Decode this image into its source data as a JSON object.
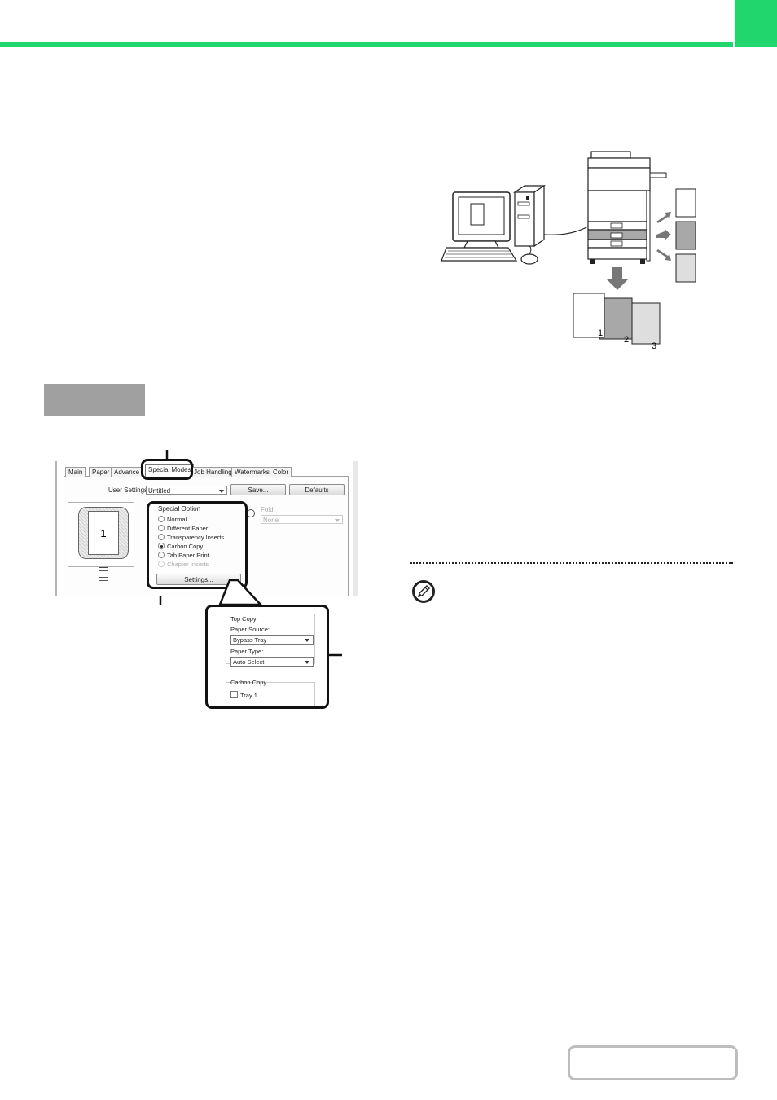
{
  "colors": {
    "accent": "#22d66e",
    "step_box": "#a0a0a0",
    "callout": "#111111"
  },
  "illustration": {
    "output_page_numbers": [
      "1",
      "2",
      "3"
    ],
    "icons": [
      "computer-icon",
      "tower-icon",
      "printer-icon",
      "paper-stack-icon",
      "output-arrow-icon"
    ]
  },
  "dialog": {
    "tabs": [
      "Main",
      "Paper",
      "Advance",
      "Special Modes",
      "Job Handling",
      "Watermarks",
      "Color"
    ],
    "selected_tab": "Special Modes",
    "user_settings_label": "User Settings:",
    "user_settings_value": "Untitled",
    "save_label": "Save...",
    "defaults_label": "Defaults",
    "preview_page_number": "1",
    "special_option_label": "Special Option",
    "options": [
      {
        "label": "Normal",
        "checked": false,
        "disabled": false
      },
      {
        "label": "Different Paper",
        "checked": false,
        "disabled": false
      },
      {
        "label": "Transparency Inserts",
        "checked": false,
        "disabled": false
      },
      {
        "label": "Carbon Copy",
        "checked": true,
        "disabled": false
      },
      {
        "label": "Tab Paper Print",
        "checked": false,
        "disabled": false
      },
      {
        "label": "Chapter Inserts",
        "checked": false,
        "disabled": true
      }
    ],
    "fold_label": "Fold:",
    "fold_value": "None",
    "settings_button": "Settings..."
  },
  "popup": {
    "top_copy_label": "Top Copy",
    "paper_source_label": "Paper Source:",
    "paper_source_value": "Bypass Tray",
    "paper_type_label": "Paper Type:",
    "paper_type_value": "Auto Select",
    "carbon_copy_label": "Carbon Copy",
    "tray_label": "Tray 1",
    "tray_checked": false
  },
  "note_icon": "pencil-note-icon"
}
